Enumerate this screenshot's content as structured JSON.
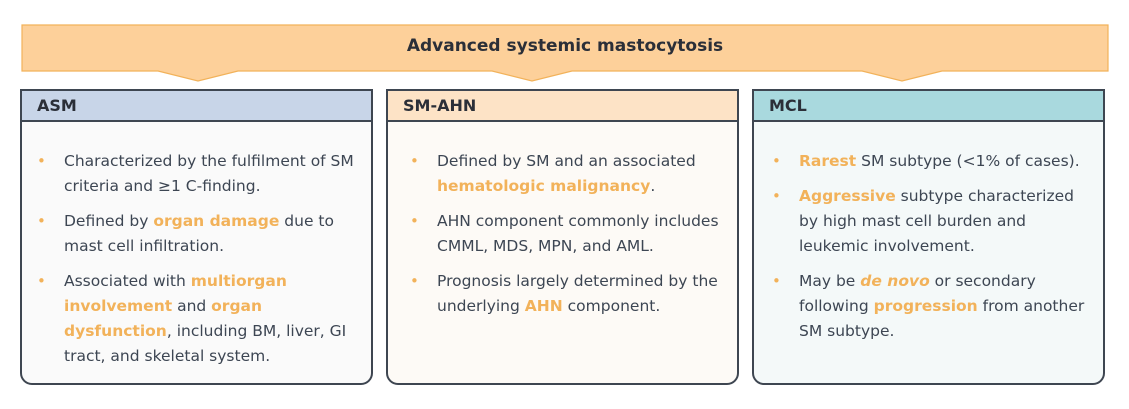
{
  "banner": {
    "title": "Advanced systemic mastocytosis"
  },
  "colors": {
    "banner_fill": "#fdd09a",
    "accent_text": "#f2b25a",
    "border": "#3e4651",
    "asm_header": "#c8d5e8",
    "smahn_header": "#fde3c6",
    "mcl_header": "#a9d9de",
    "asm_body": "#fafafa",
    "smahn_body": "#fdfaf6",
    "mcl_body": "#f4f9f9"
  },
  "columns": [
    {
      "title": "ASM",
      "bullets": [
        [
          {
            "text": "Characterized by the fulfilment of SM criteria and ≥1 C-finding."
          }
        ],
        [
          {
            "text": "Defined by "
          },
          {
            "text": "organ damage",
            "style": "hl"
          },
          {
            "text": " due to mast cell infiltration."
          }
        ],
        [
          {
            "text": "Associated with "
          },
          {
            "text": "multiorgan involvement",
            "style": "hl"
          },
          {
            "text": " and "
          },
          {
            "text": "organ dysfunction",
            "style": "hl"
          },
          {
            "text": ", including BM, liver, GI tract, and skeletal system."
          }
        ]
      ]
    },
    {
      "title": "SM-AHN",
      "bullets": [
        [
          {
            "text": "Defined by SM and an associated "
          },
          {
            "text": "hematologic malignancy",
            "style": "hl"
          },
          {
            "text": "."
          }
        ],
        [
          {
            "text": "AHN component commonly includes CMML, MDS, MPN, and AML."
          }
        ],
        [
          {
            "text": "Prognosis largely determined by the underlying "
          },
          {
            "text": "AHN",
            "style": "hl"
          },
          {
            "text": " component."
          }
        ]
      ]
    },
    {
      "title": "MCL",
      "bullets": [
        [
          {
            "text": "Rarest",
            "style": "hl"
          },
          {
            "text": " SM subtype (<1% of cases)."
          }
        ],
        [
          {
            "text": "Aggressive",
            "style": "hl"
          },
          {
            "text": " subtype characterized by high mast cell burden and leukemic involvement."
          }
        ],
        [
          {
            "text": "May be "
          },
          {
            "text": "de novo",
            "style": "hl it"
          },
          {
            "text": " or secondary following "
          },
          {
            "text": "progression",
            "style": "hl"
          },
          {
            "text": " from another SM subtype."
          }
        ]
      ]
    }
  ]
}
